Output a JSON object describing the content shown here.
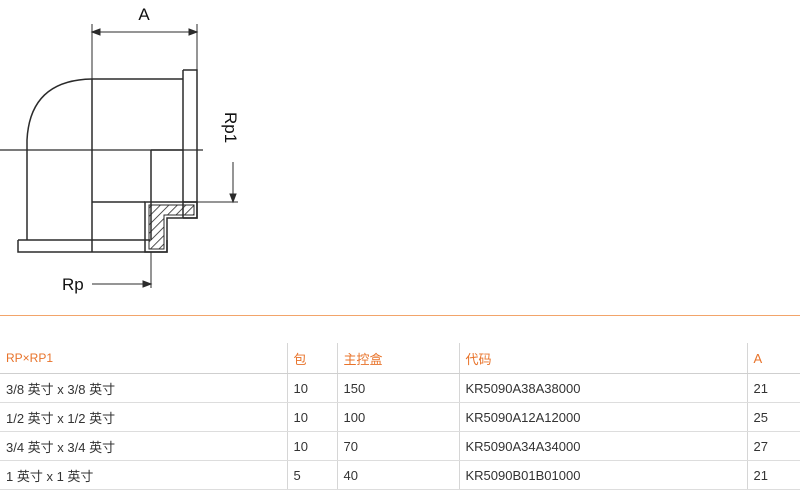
{
  "drawing": {
    "dim_top": "A",
    "dim_right": "Rp1",
    "dim_bottom": "Rp"
  },
  "table": {
    "headers": [
      "RP×RP1",
      "包",
      "主控盒",
      "代码",
      "A"
    ],
    "rows": [
      [
        "3/8 英寸 x 3/8 英寸",
        "10",
        "150",
        "KR5090A38A38000",
        "21"
      ],
      [
        "1/2 英寸 x 1/2 英寸",
        "10",
        "100",
        "KR5090A12A12000",
        "25"
      ],
      [
        "3/4 英寸 x 3/4 英寸",
        "10",
        "70",
        "KR5090A34A34000",
        "27"
      ],
      [
        "1 英寸 x 1 英寸",
        "5",
        "40",
        "KR5090B01B01000",
        "21"
      ]
    ]
  },
  "colors": {
    "accent": "#e8732a",
    "rule": "#f2a46a"
  }
}
